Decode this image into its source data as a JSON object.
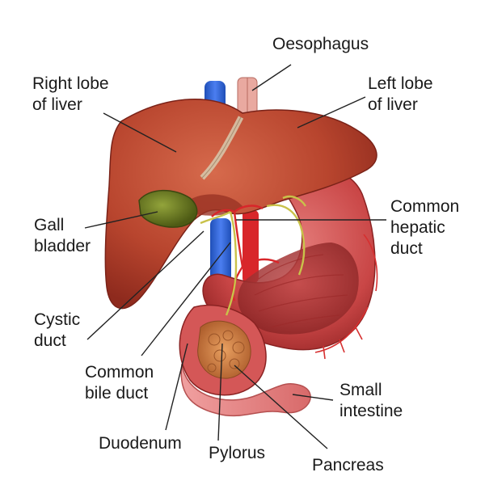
{
  "diagram": {
    "labels": {
      "oesophagus": [
        "Oesophagus"
      ],
      "right_lobe": [
        "Right lobe",
        "of liver"
      ],
      "left_lobe": [
        "Left lobe",
        "of liver"
      ],
      "gall_bladder": [
        "Gall",
        "bladder"
      ],
      "common_hepatic_duct": [
        "Common",
        "hepatic",
        "duct"
      ],
      "cystic_duct": [
        "Cystic",
        "duct"
      ],
      "common_bile_duct": [
        "Common",
        "bile duct"
      ],
      "small_intestine": [
        "Small",
        "intestine"
      ],
      "duodenum": [
        "Duodenum"
      ],
      "pylorus": [
        "Pylorus"
      ],
      "pancreas": [
        "Pancreas"
      ]
    },
    "colors": {
      "liver": "#b8452e",
      "liver_dark": "#8e2a1d",
      "stomach": "#cf4a4a",
      "gall_bladder": "#5f6e1e",
      "vein": "#2f5fcf",
      "artery": "#d8262a",
      "duct": "#c9c24a",
      "pancreas": "#d98a4a"
    }
  }
}
